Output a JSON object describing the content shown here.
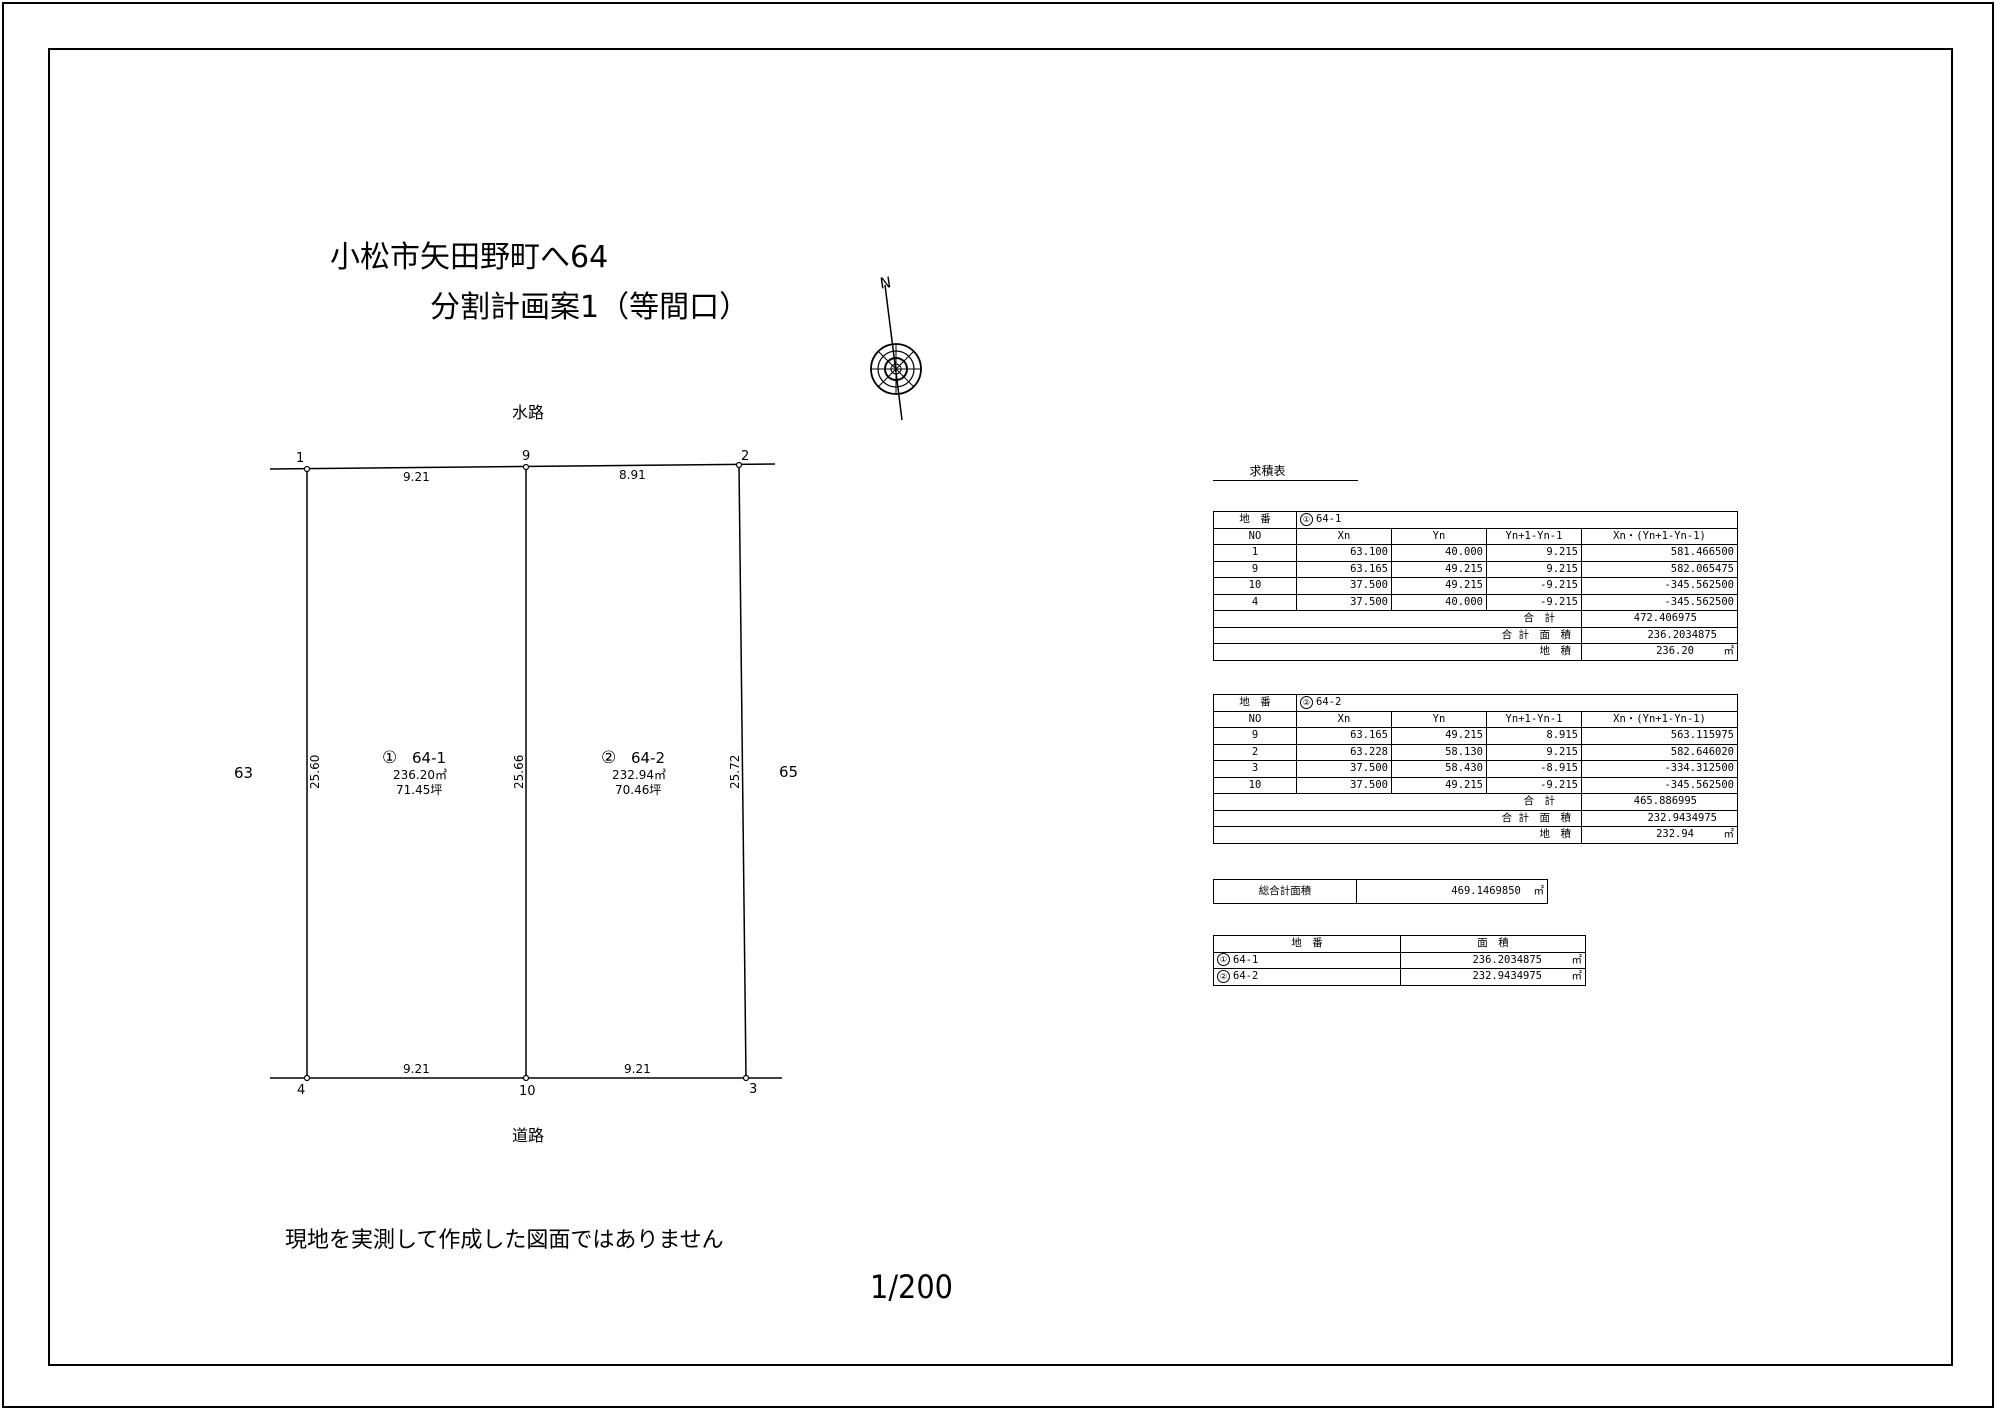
{
  "title_line1": "小松市矢田野町へ64",
  "title_line2": "分割計画案1（等間口）",
  "north_label": "N",
  "plan": {
    "top_road": "水路",
    "bottom_road": "道路",
    "left_neighbor": "63",
    "right_neighbor": "65",
    "points": {
      "p1": "1",
      "p9": "9",
      "p2": "2",
      "p4": "4",
      "p10": "10",
      "p3": "3"
    },
    "dims": {
      "top_left": "9.21",
      "top_right": "8.91",
      "bottom_left": "9.21",
      "bottom_right": "9.21",
      "left": "25.60",
      "middle": "25.66",
      "right": "25.72"
    },
    "lots": [
      {
        "no": "①",
        "name": "64-1",
        "area": "236.20㎡",
        "tsubo": "71.45坪"
      },
      {
        "no": "②",
        "name": "64-2",
        "area": "232.94㎡",
        "tsubo": "70.46坪"
      }
    ]
  },
  "calc": {
    "title": "求積表",
    "headers": {
      "chiban": "地　番",
      "no": "NO",
      "xn": "Xn",
      "yn": "Yn",
      "dy": "Yn+1-Yn-1",
      "prod": "Xn・(Yn+1-Yn-1)"
    },
    "labels": {
      "sum": "合　計",
      "area_sum": "合 計　面　積",
      "chiseki": "地　積",
      "unit": "㎡"
    },
    "tables": [
      {
        "circle": "①",
        "lot": "64-1",
        "rows": [
          {
            "no": "1",
            "xn": "63.100",
            "yn": "40.000",
            "dy": "9.215",
            "prod": "581.466500"
          },
          {
            "no": "9",
            "xn": "63.165",
            "yn": "49.215",
            "dy": "9.215",
            "prod": "582.065475"
          },
          {
            "no": "10",
            "xn": "37.500",
            "yn": "49.215",
            "dy": "-9.215",
            "prod": "-345.562500"
          },
          {
            "no": "4",
            "xn": "37.500",
            "yn": "40.000",
            "dy": "-9.215",
            "prod": "-345.562500"
          }
        ],
        "sum": "472.406975",
        "area_sum": "236.2034875",
        "chiseki": "236.20"
      },
      {
        "circle": "②",
        "lot": "64-2",
        "rows": [
          {
            "no": "9",
            "xn": "63.165",
            "yn": "49.215",
            "dy": "8.915",
            "prod": "563.115975"
          },
          {
            "no": "2",
            "xn": "63.228",
            "yn": "58.130",
            "dy": "9.215",
            "prod": "582.646020"
          },
          {
            "no": "3",
            "xn": "37.500",
            "yn": "58.430",
            "dy": "-8.915",
            "prod": "-334.312500"
          },
          {
            "no": "10",
            "xn": "37.500",
            "yn": "49.215",
            "dy": "-9.215",
            "prod": "-345.562500"
          }
        ],
        "sum": "465.886995",
        "area_sum": "232.9434975",
        "chiseki": "232.94"
      }
    ],
    "total_label": "総合計面積",
    "total_value": "469.1469850",
    "summary_headers": {
      "chiban": "地　番",
      "menseki": "面　積"
    },
    "summary": [
      {
        "circle": "①",
        "lot": "64-1",
        "area": "236.2034875"
      },
      {
        "circle": "②",
        "lot": "64-2",
        "area": "232.9434975"
      }
    ]
  },
  "note": "現地を実測して作成した図面ではありません",
  "scale": "1/200"
}
